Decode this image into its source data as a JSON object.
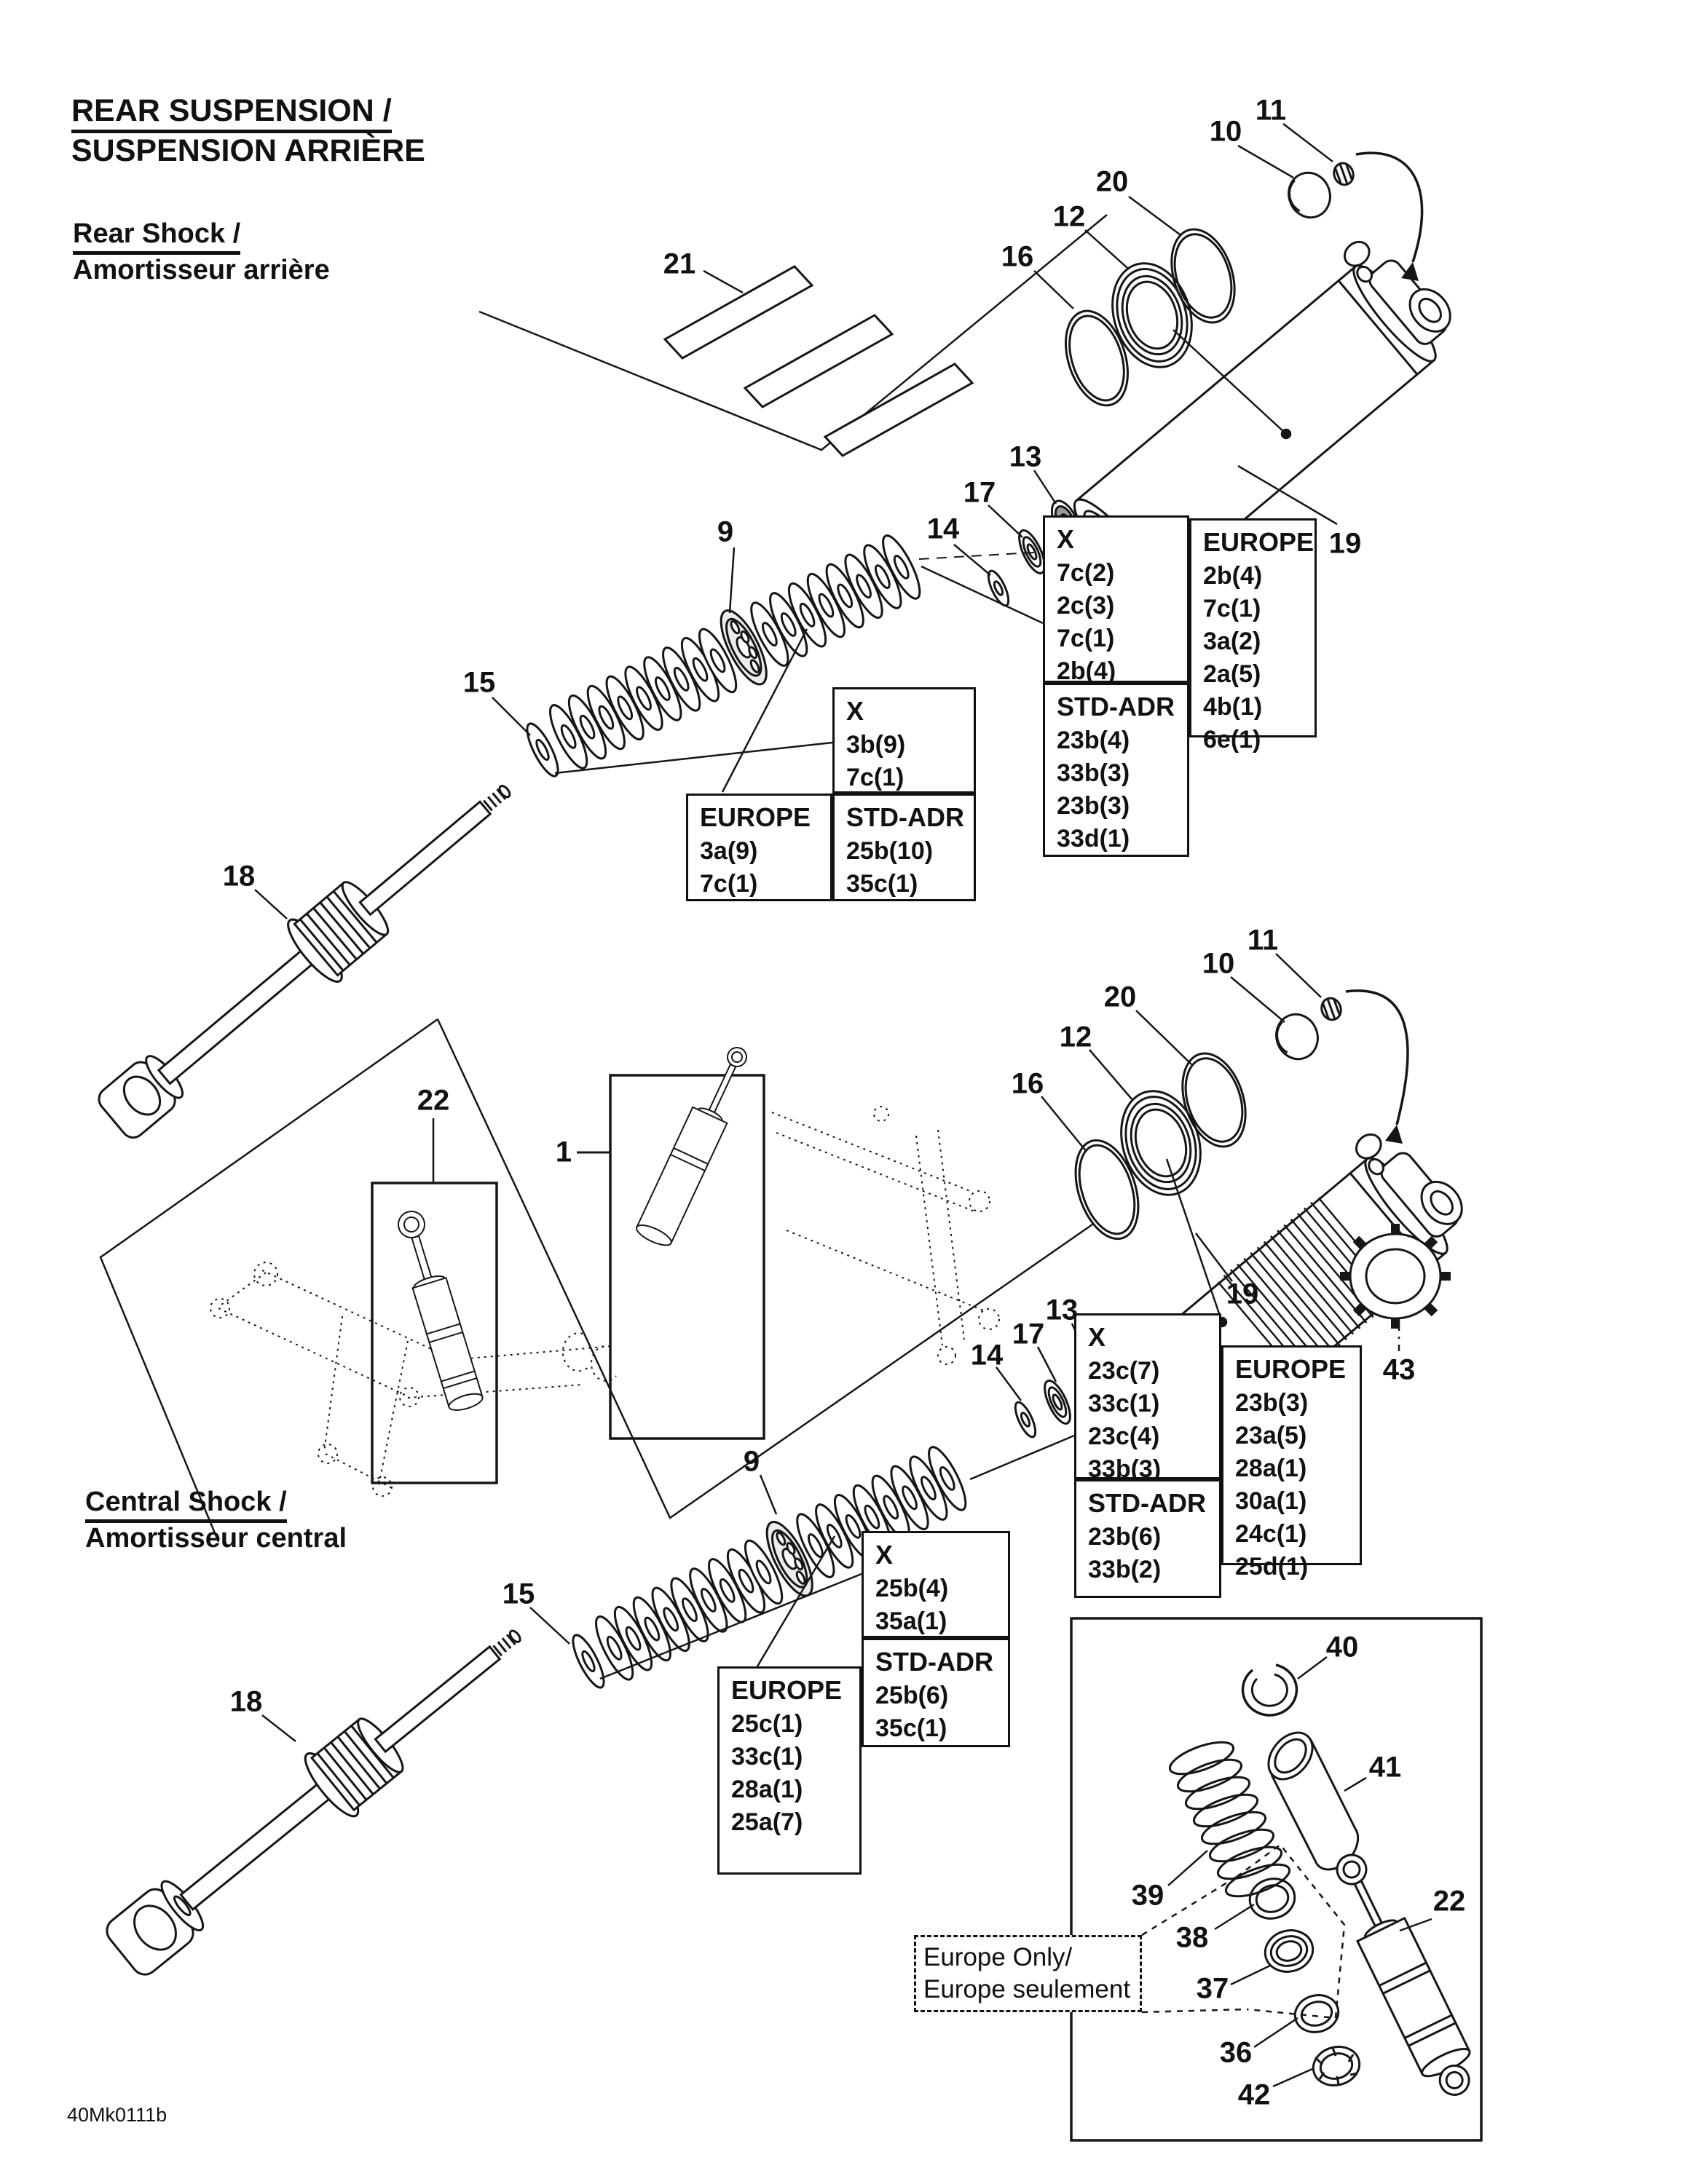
{
  "titles": {
    "main_line1": "REAR SUSPENSION /",
    "main_line2": "SUSPENSION ARRIÈRE",
    "rear_line1": "Rear Shock /",
    "rear_line2": "Amortisseur arrière",
    "central_line1": "Central Shock /",
    "central_line2": "Amortisseur central"
  },
  "doc": {
    "code": "40Mk0111b"
  },
  "europe_note": {
    "line1": "Europe Only/",
    "line2": "Europe seulement"
  },
  "tables": {
    "rear_right": {
      "x_header": "X",
      "x_rows": [
        "7c(2)",
        "2c(3)",
        "7c(1)",
        "2b(4)"
      ],
      "europe_header": "EUROPE",
      "europe_rows": [
        "2b(4)",
        "7c(1)",
        "3a(2)",
        "2a(5)",
        "4b(1)",
        "6e(1)"
      ],
      "std_header": "STD-ADR",
      "std_rows": [
        "23b(4)",
        "33b(3)",
        "23b(3)",
        "33d(1)"
      ]
    },
    "rear_left": {
      "x_header": "X",
      "x_rows": [
        "3b(9)",
        "7c(1)"
      ],
      "europe_header": "EUROPE",
      "europe_rows": [
        "3a(9)",
        "7c(1)"
      ],
      "std_header": "STD-ADR",
      "std_rows": [
        "25b(10)",
        "35c(1)"
      ]
    },
    "central_right": {
      "x_header": "X",
      "x_rows": [
        "23c(7)",
        "33c(1)",
        "23c(4)",
        "33b(3)"
      ],
      "europe_header": "EUROPE",
      "europe_rows": [
        "23b(3)",
        "23a(5)",
        "28a(1)",
        "30a(1)",
        "24c(1)",
        "25d(1)"
      ],
      "std_header": "STD-ADR",
      "std_rows": [
        "23b(6)",
        "33b(2)"
      ]
    },
    "central_left": {
      "x_header": "X",
      "x_rows": [
        "25b(4)",
        "35a(1)"
      ],
      "std_header": "STD-ADR",
      "std_rows": [
        "25b(6)",
        "35c(1)"
      ],
      "europe_header": "EUROPE",
      "europe_rows": [
        "25c(1)",
        "33c(1)",
        "28a(1)",
        "25a(7)"
      ]
    }
  },
  "callouts": {
    "rear": {
      "n21": "21",
      "n10": "10",
      "n11": "11",
      "n20": "20",
      "n12": "12",
      "n16": "16",
      "n19": "19",
      "n13": "13",
      "n17": "17",
      "n14": "14",
      "n9": "9",
      "n15": "15",
      "n18": "18"
    },
    "central": {
      "n10": "10",
      "n11": "11",
      "n20": "20",
      "n12": "12",
      "n16": "16",
      "n19": "19",
      "n13": "13",
      "n17": "17",
      "n14": "14",
      "n9": "9",
      "n15": "15",
      "n18": "18",
      "n43": "43"
    },
    "middle": {
      "n22": "22",
      "n1": "1"
    },
    "box": {
      "n40": "40",
      "n41": "41",
      "n39": "39",
      "n38": "38",
      "n37": "37",
      "n36": "36",
      "n42": "42",
      "n22": "22"
    }
  }
}
